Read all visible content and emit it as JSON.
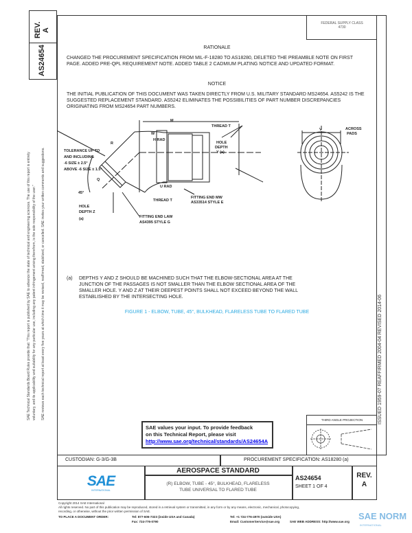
{
  "side": {
    "rev_label": "REV.",
    "rev_value": "A",
    "doc_number": "AS24654",
    "notice_lines": [
      "SAE Technical Standards Board Rules provide that: \"This report is published by SAE to advance the state of technical and engineering sciences. The use of this report is entirely",
      "voluntary, and its applicability and suitability for any particular use, including any patent infringement arising therefrom, is the sole responsibility of the user.\"",
      "SAE reviews each technical report at least every five years at which time it may be revised, reaffirmed, stabilized, or cancelled. SAE invites your written comments and suggestions."
    ]
  },
  "federal_supply": {
    "label": "FEDERAL SUPPLY CLASS",
    "value": "4730"
  },
  "rationale": {
    "heading": "RATIONALE",
    "text": "CHANGED THE PROCUREMENT SPECIFICATION FROM MIL-F-18280 TO AS18280, DELETED THE PREAMBLE NOTE ON FIRST PAGE. ADDED PRE-QPL REQUIREMENT NOTE. ADDED TABLE 2 CADMIUM PLATING NOTICE AND UPDATED FORMAT."
  },
  "notice": {
    "heading": "NOTICE",
    "text": "THE INITIAL PUBLICATION OF THIS DOCUMENT WAS TAKEN DIRECTLY FROM U.S. MILITARY STANDARD MS24654. AS5242 IS THE SUGGESTED REPLACEMENT STANDARD. AS5242 ELIMINATES THE POSSIBILITIES OF PART NUMBER DISCREPANCIES ORIGINATING FROM MS24654 PART NUMBERS."
  },
  "drawing": {
    "tolerance": [
      "TOLERANCE UP TO",
      "AND INCLUDING",
      "-6 SIZE ± 2.5°",
      "ABOVE -6 SIZE ± 1.5°"
    ],
    "labels": {
      "m": "M",
      "w": "W",
      "r": "R",
      "h_rad": "H RAD",
      "thread_t": "THREAD T",
      "q": "Q",
      "hole_depth_y": [
        "HOLE",
        "DEPTH",
        "Y (a)"
      ],
      "angle": "45°",
      "u_rad": "U RAD",
      "thread_t2": "THREAD T",
      "fitting_mw": [
        "FITTING END MW",
        "AS33514 STYLE E"
      ],
      "hole_depth_z": [
        "HOLE",
        "DEPTH  Z",
        "(a)"
      ],
      "fitting_law": [
        "FITTING END LAW",
        "AS4395 STYLE G"
      ],
      "v": "V",
      "across_pads": [
        "ACROSS",
        "PADS"
      ]
    }
  },
  "note_a": {
    "marker": "(a)",
    "text": "DEPTHS Y AND Z SHOULD BE MACHINED SUCH THAT THE ELBOW-SECTIONAL AREA AT THE JUNCTION OF THE PASSAGES IS NOT SMALLER THAN THE ELBOW SECTIONAL AREA OF THE SMALLER HOLE. Y AND Z AT THEIR DEEPEST POINTS SHALL NOT EXCEED BEYOND THE WALL ESTABLISHED BY THE INTERSECTING HOLE."
  },
  "figure_caption": "FIGURE 1 - ELBOW, TUBE, 45°, BULKHEAD, FLARELESS TUBE TO FLARED TUBE",
  "dates": "ISSUED 1959-07    REAFFIRMED 2004-04    REVISED 2014-06",
  "feedback": {
    "line1": "SAE values your input. To provide feedback",
    "line2": "on this Technical Report, please visit",
    "url": "http://www.sae.org/technical/standards/AS24654A"
  },
  "projection": "THIRD ANGLE PROJECTION",
  "custodian": "CUSTODIAN: G-3/G-3B",
  "procurement": "PROCUREMENT SPECIFICATION: AS18280 (a)",
  "title_block": {
    "logo": "SAE",
    "logo_sub": "INTERNATIONAL",
    "heading": "AEROSPACE STANDARD",
    "title_lines": [
      "(R) ELBOW, TUBE - 45°, BULKHEAD, FLARELESS",
      "TUBE UNIVERSAL TO FLARED TUBE"
    ],
    "doc_number": "AS24654",
    "sheet": "SHEET 1 OF 4",
    "rev_label": "REV.",
    "rev_value": "A"
  },
  "footer": {
    "copyright": "Copyright 2014 SAE International",
    "rights": "All rights reserved. No part of this publication may be reproduced, stored in a retrieval system or transmitted, in any form or by any means, electronic, mechanical, photocopying,",
    "rights2": "recording, or otherwise, without the prior written permission of SAE.",
    "order_label": "TO PLACE A DOCUMENT ORDER:",
    "tel1": "Tel: 877-606-7323 (inside USA and Canada)",
    "tel2": "Tel: +1 724-776-4970 (outside USA)",
    "fax": "Fax: 724-776-0790",
    "email": "Email: CustomerService@sae.org",
    "web": "SAE WEB ADDRESS: http://www.sae.org"
  },
  "watermark": {
    "text": "SAE NORM",
    "sub": "INTERNATIONAL"
  },
  "colors": {
    "caption": "#29a8e0",
    "logo": "#1f8fd6",
    "link": "#0000ee"
  }
}
